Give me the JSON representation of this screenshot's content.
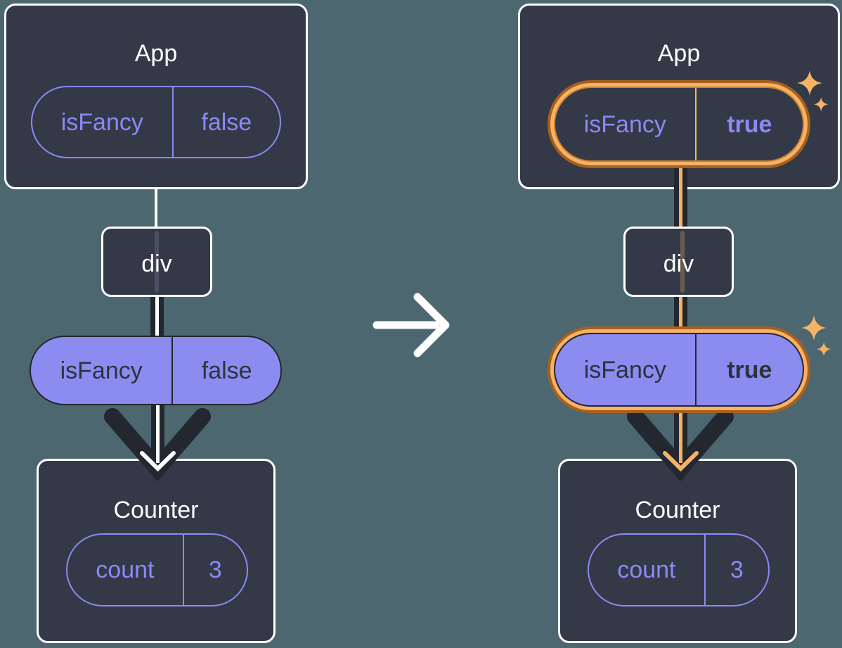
{
  "colors": {
    "background": "#4d6771",
    "card": "#333947",
    "purple": "#8b89f4",
    "purple_fill": "#8c8bf0",
    "dark": "#23272f",
    "orange": "#f6b266",
    "orange_dark": "#a8601c",
    "white": "#ffffff"
  },
  "before": {
    "app": {
      "title": "App",
      "prop": {
        "name": "isFancy",
        "value": "false"
      }
    },
    "div": {
      "label": "div"
    },
    "passed_prop": {
      "name": "isFancy",
      "value": "false"
    },
    "counter": {
      "title": "Counter",
      "state": {
        "name": "count",
        "value": "3"
      }
    }
  },
  "after": {
    "app": {
      "title": "App",
      "prop": {
        "name": "isFancy",
        "value": "true"
      }
    },
    "div": {
      "label": "div"
    },
    "passed_prop": {
      "name": "isFancy",
      "value": "true"
    },
    "counter": {
      "title": "Counter",
      "state": {
        "name": "count",
        "value": "3"
      }
    }
  },
  "icons": {
    "transition": "right-arrow-icon",
    "prop_flow": "down-arrow-icon",
    "highlight": "sparkle-icon"
  }
}
